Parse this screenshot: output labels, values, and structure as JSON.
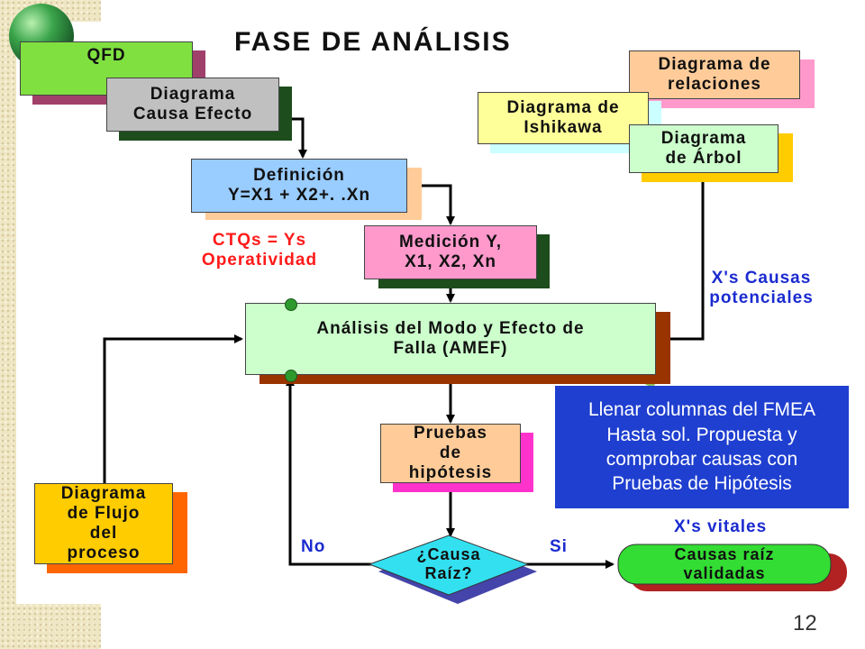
{
  "title": "FASE DE ANÁLISIS",
  "boxes": {
    "qfd": "QFD",
    "causa_efecto": "Diagrama\nCausa Efecto",
    "definicion": "Definición\nY=X1 + X2+. .Xn",
    "medicion": "Medición Y,\nX1, X2, Xn",
    "amef": "Análisis del Modo y Efecto de\nFalla (AMEF)",
    "pruebas": "Pruebas\nde\nhipótesis",
    "flujo": "Diagrama\nde Flujo\ndel\nproceso",
    "relaciones": "Diagrama de\nrelaciones",
    "ishikawa": "Diagrama de\nIshikawa",
    "arbol": "Diagrama\nde Árbol",
    "decision": "¿Causa\nRaíz?",
    "causas_raiz": "Causas raíz\nvalidadas"
  },
  "labels": {
    "ctqs": "CTQs = Ys\nOperatividad",
    "xs_causas": "X's\nCausas\npotenciales",
    "xs_vitales": "X's vitales",
    "no": "No",
    "si": "Si"
  },
  "note": "Llenar columnas del FMEA\nHasta sol. Propuesta y\ncomprobar causas con\nPruebas de Hipótesis",
  "page_number": "12",
  "colors": {
    "green_box": "#80e040",
    "gray_box": "#c0c0c0",
    "blue_box": "#99ccff",
    "pink_box": "#ff99cc",
    "light_green_box": "#ccffcc",
    "peach_box": "#ffcc99",
    "yellow_box": "#ffcc00",
    "cream_box": "#ffff99",
    "note_bg": "#1f3fd0",
    "red_text": "#ff1a1a",
    "blue_text": "#1b2bd0"
  }
}
